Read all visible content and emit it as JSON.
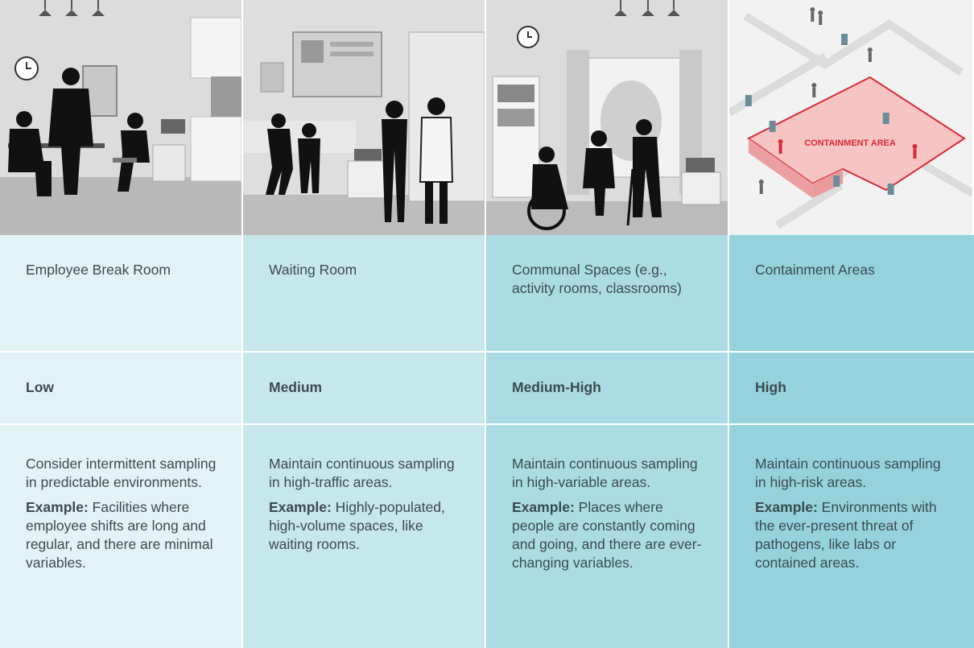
{
  "scenes": [
    {
      "name": "break-room-illustration"
    },
    {
      "name": "waiting-room-illustration"
    },
    {
      "name": "communal-space-illustration"
    },
    {
      "name": "containment-area-illustration",
      "label": "CONTAINMENT AREA"
    }
  ],
  "columns": [
    {
      "area": "Employee Break Room",
      "level": "Low",
      "recommendation": "Consider intermittent sampling in predictable environments.",
      "example_label": "Example:",
      "example_text": " Facilities where employee shifts are long and regular, and there are minimal variables."
    },
    {
      "area": "Waiting Room",
      "level": "Medium",
      "recommendation": "Maintain continuous sampling in high-traffic areas.",
      "example_label": "Example:",
      "example_text": " Highly-populated, high-volume spaces, like waiting rooms."
    },
    {
      "area": "Communal Spaces (e.g., activity rooms, classrooms)",
      "level": "Medium-High",
      "recommendation": "Maintain continuous sampling in high-variable areas.",
      "example_label": "Example:",
      "example_text": " Places where people are constantly coming and going, and there are ever-changing variables."
    },
    {
      "area": "Containment Areas",
      "level": "High",
      "recommendation": "Maintain continuous sampling in high-risk areas.",
      "example_label": "Example:",
      "example_text": " Environments with the ever-present threat of pathogens, like labs or contained areas."
    }
  ],
  "colors": {
    "col1": "#e2f3f6",
    "col2": "#c6e7ec",
    "col3": "#abdce3",
    "col4": "#95d2dc",
    "containment_red": "#d92b35"
  }
}
